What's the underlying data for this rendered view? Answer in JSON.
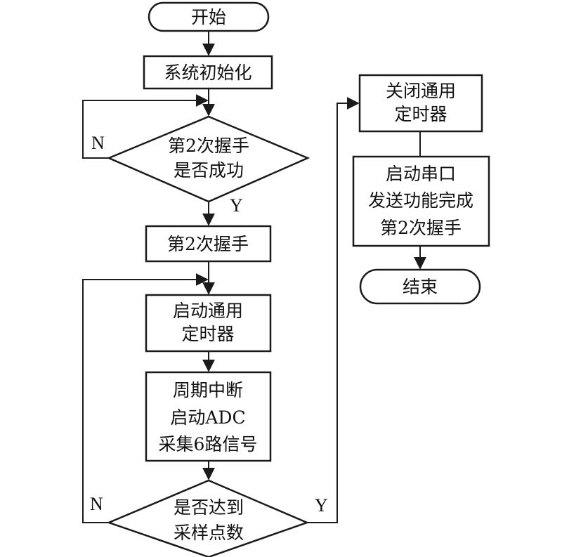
{
  "nodes": {
    "start": [
      "开始"
    ],
    "init": [
      "系统初始化"
    ],
    "handshake_check": [
      "第2次握手",
      "是否成功"
    ],
    "handshake": [
      "第2次握手"
    ],
    "start_timer": [
      "启动通用",
      "定时器"
    ],
    "interrupt": [
      "周期中断",
      "启动ADC",
      "采集6路信号"
    ],
    "sample_check": [
      "是否达到",
      "采样点数"
    ],
    "close_timer": [
      "关闭通用",
      "定时器"
    ],
    "serial": [
      "启动串口",
      "发送功能完成",
      "第2次握手"
    ],
    "end": [
      "结束"
    ]
  },
  "edge_labels": {
    "handshake_no": "N",
    "handshake_yes": "Y",
    "sample_no": "N",
    "sample_yes": "Y"
  }
}
